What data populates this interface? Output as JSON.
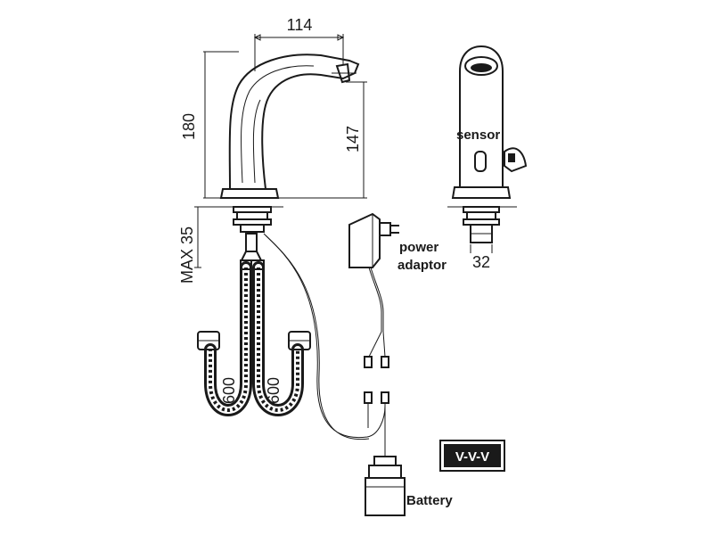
{
  "dimensions": {
    "width_top": "114",
    "height_total": "180",
    "height_spout": "147",
    "max_mount": "MAX 35",
    "hose_left": "600",
    "hose_right": "600",
    "base_width": "32"
  },
  "labels": {
    "sensor": "sensor",
    "power_adaptor_line1": "power",
    "power_adaptor_line2": "adaptor",
    "battery": "Battery"
  },
  "badge": {
    "text": "V-V-V"
  },
  "colors": {
    "line": "#1a1a1a",
    "background": "#ffffff"
  }
}
